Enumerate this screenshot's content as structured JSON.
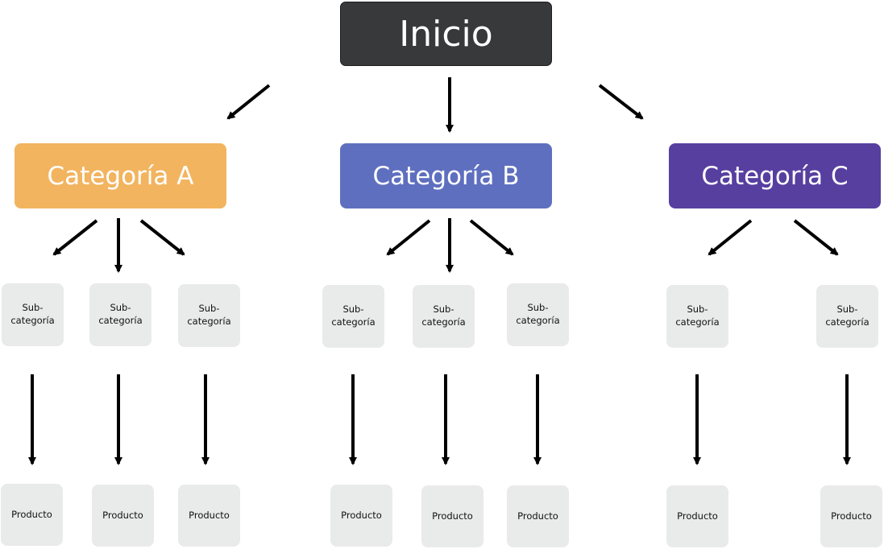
{
  "root": {
    "label": "Inicio",
    "color": "#38393b"
  },
  "categories": [
    {
      "label": "Categoría A",
      "color": "#f2b45f"
    },
    {
      "label": "Categoría B",
      "color": "#5f6fbf"
    },
    {
      "label": "Categoría C",
      "color": "#573fa0"
    }
  ],
  "subcategory": {
    "line1": "Sub-",
    "line2": "categoría"
  },
  "product": {
    "label": "Producto"
  },
  "colors": {
    "node_fill": "#e9eaea",
    "arrow": "#000000",
    "text_dark": "#111111",
    "text_light": "#ffffff"
  }
}
